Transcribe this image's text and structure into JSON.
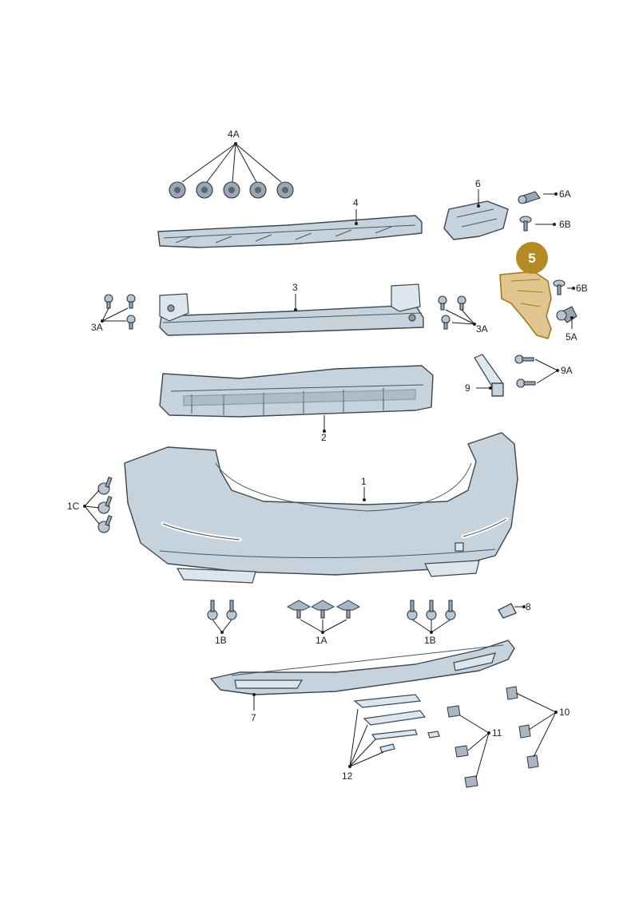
{
  "diagram": {
    "highlight": {
      "label": "5",
      "color": "#b48a24"
    },
    "labels": {
      "p4A": "4A",
      "p4": "4",
      "p6": "6",
      "p6A": "6A",
      "p6B": "6B",
      "p6B_2": "6B",
      "p5A": "5A",
      "p3": "3",
      "p3A_left": "3A",
      "p3A_right": "3A",
      "p9": "9",
      "p9A": "9A",
      "p2": "2",
      "p1": "1",
      "p1C": "1C",
      "p1B_left": "1B",
      "p1A": "1A",
      "p1B_right": "1B",
      "p8": "8",
      "p7": "7",
      "p10": "10",
      "p11": "11",
      "p12": "12"
    }
  }
}
